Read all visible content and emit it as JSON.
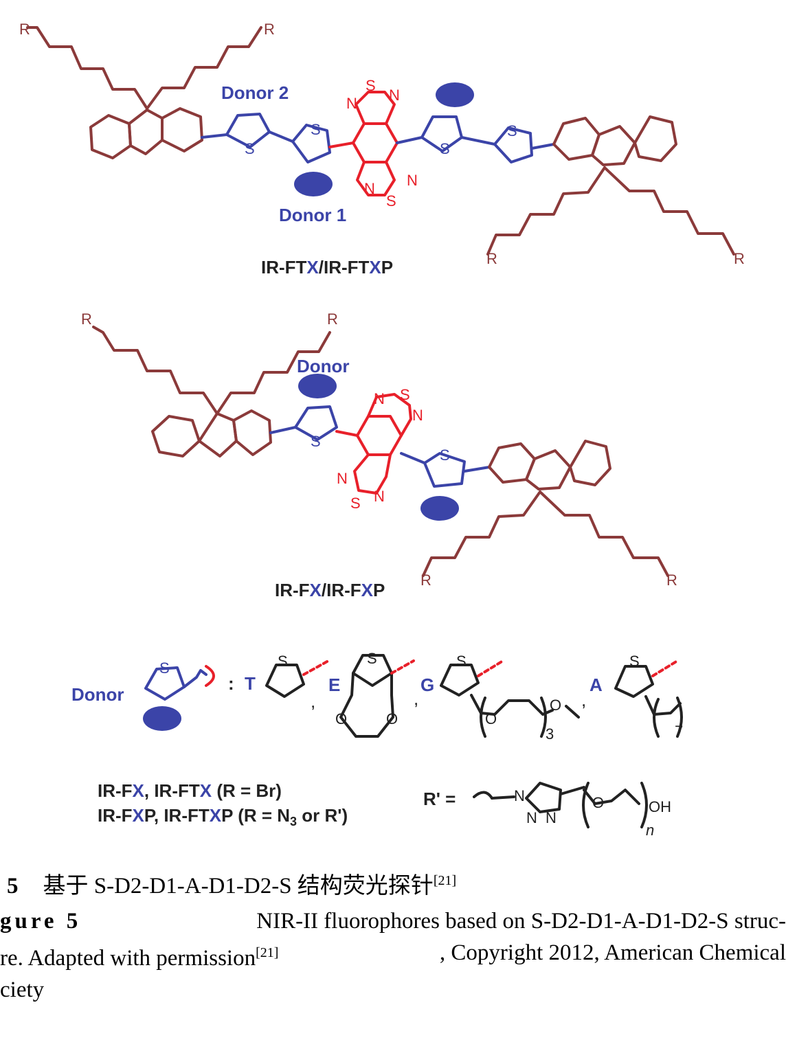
{
  "colors": {
    "chain": "#8b3a3a",
    "acceptor": "#e8202a",
    "donor": "#3b44a8",
    "text": "#222222"
  },
  "molecule1": {
    "donor2_label": "Donor 2",
    "donor1_label": "Donor 1",
    "name_a": "IR-FT",
    "name_x1": "X",
    "name_b": "/IR-FT",
    "name_x2": "X",
    "name_c": "P"
  },
  "molecule2": {
    "donor_label": "Donor",
    "name_a": "IR-F",
    "name_x1": "X",
    "name_b": "/IR-F",
    "name_x2": "X",
    "name_c": "P"
  },
  "legend": {
    "donor_label": "Donor",
    "colon": ":",
    "t": "T",
    "e": "E",
    "g": "G",
    "a": "A",
    "g_sub": "3",
    "a_sub": "7",
    "line1_a": "IR-F",
    "line1_x1": "X",
    "line1_b": ", IR-FT",
    "line1_x2": "X",
    "line1_c": " (R = Br)",
    "line2_a": "IR-F",
    "line2_x1": "X",
    "line2_b": "P, IR-FT",
    "line2_x2": "X",
    "line2_c": "P (R = N",
    "line2_sub": "3",
    "line2_d": " or R')",
    "rprime": "R'  =",
    "oh": "OH",
    "n_sub": "n"
  },
  "atoms": {
    "R": "R",
    "S": "S",
    "N": "N",
    "O": "O"
  },
  "caption_cn": {
    "number": "5",
    "text": "基于 S-D2-D1-A-D1-D2-S 结构荧光探针",
    "ref": "[21]"
  },
  "caption_en": {
    "label": "gure 5",
    "text1": "NIR-II fluorophores based on S-D2-D1-A-D1-D2-S struc-",
    "text2": "re. Adapted with permission",
    "ref": "[21]",
    "text3": ", Copyright 2012, American Chemical",
    "text4": "ciety"
  }
}
